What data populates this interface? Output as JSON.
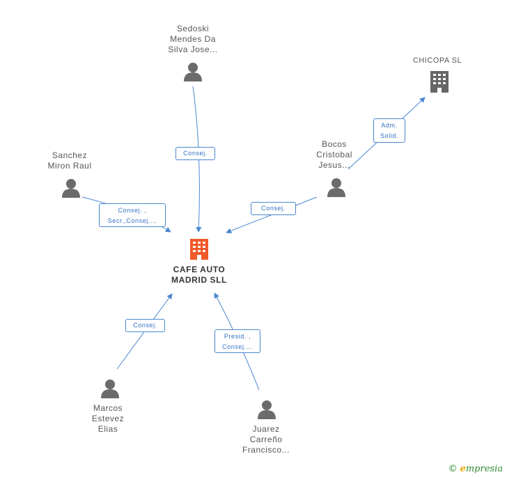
{
  "colors": {
    "edge": "#4a86d0",
    "center_company": "#f05a28",
    "company": "#555555",
    "person": "#666666"
  },
  "nodes": {
    "center": {
      "label": "CAFE AUTO\nMADRID  SLL",
      "icon": "building-icon"
    },
    "sedoski": {
      "label": "Sedoski\nMendes Da\nSilva Jose...",
      "icon": "person-icon"
    },
    "chicopa": {
      "label": "CHICOPA  SL",
      "icon": "building-icon"
    },
    "bocos": {
      "label": "Bocos\nCristobal\nJesus...",
      "icon": "person-icon"
    },
    "sanchez": {
      "label": "Sanchez\nMiron Raul",
      "icon": "person-icon"
    },
    "marcos": {
      "label": "Marcos\nEstevez\nElias",
      "icon": "person-icon"
    },
    "juarez": {
      "label": "Juarez\nCarreño\nFrancisco...",
      "icon": "person-icon"
    }
  },
  "edges": {
    "sedoski_center": "Consej.",
    "bocos_chicopa": "Adm.\nSolid.",
    "bocos_center": "Consej.",
    "sanchez_center": "Consej. ,\nSecr.,Consej....",
    "marcos_center": "Consej.",
    "juarez_center": "Presid. ,\nConsej...."
  },
  "brand": {
    "copyright": "©",
    "name_first": "e",
    "name_rest": "mpresia"
  }
}
